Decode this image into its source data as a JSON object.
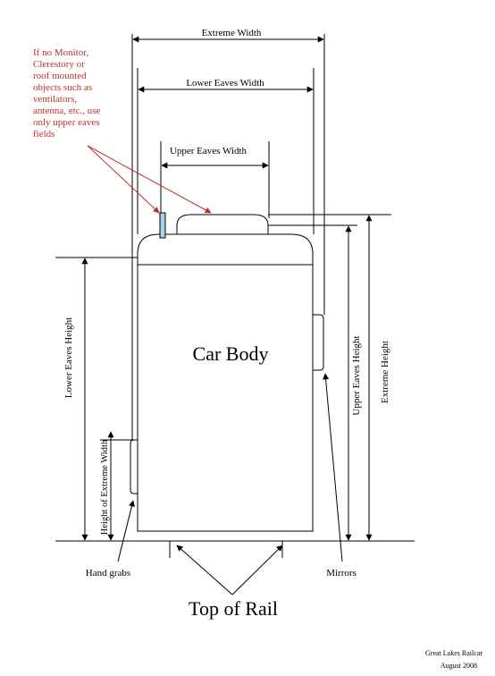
{
  "labels": {
    "extreme_width": "Extreme Width",
    "lower_eaves_width": "Lower Eaves Width",
    "upper_eaves_width": "Upper Eaves Width",
    "note_lines": [
      "If no Monitor,",
      "Clerestory or",
      "roof mounted",
      "objects such as",
      "ventilators,",
      "antenna, etc., use",
      "only upper eaves",
      "fields"
    ],
    "car_body": "Car Body",
    "lower_eaves_height": "Lower Eaves Height",
    "height_of_extreme_width": "Height of Extreme Width",
    "upper_eaves_height": "Upper Eaves Height",
    "extreme_height": "Extreme Height",
    "hand_grabs": "Hand grabs",
    "mirrors": "Mirrors",
    "top_of_rail": "Top of Rail",
    "credit_name": "Great Lakes Railcar",
    "credit_date": "August 2008"
  },
  "colors": {
    "note": "#c0302a",
    "monitor_fill": "#a8d4e6",
    "line": "#000000"
  }
}
